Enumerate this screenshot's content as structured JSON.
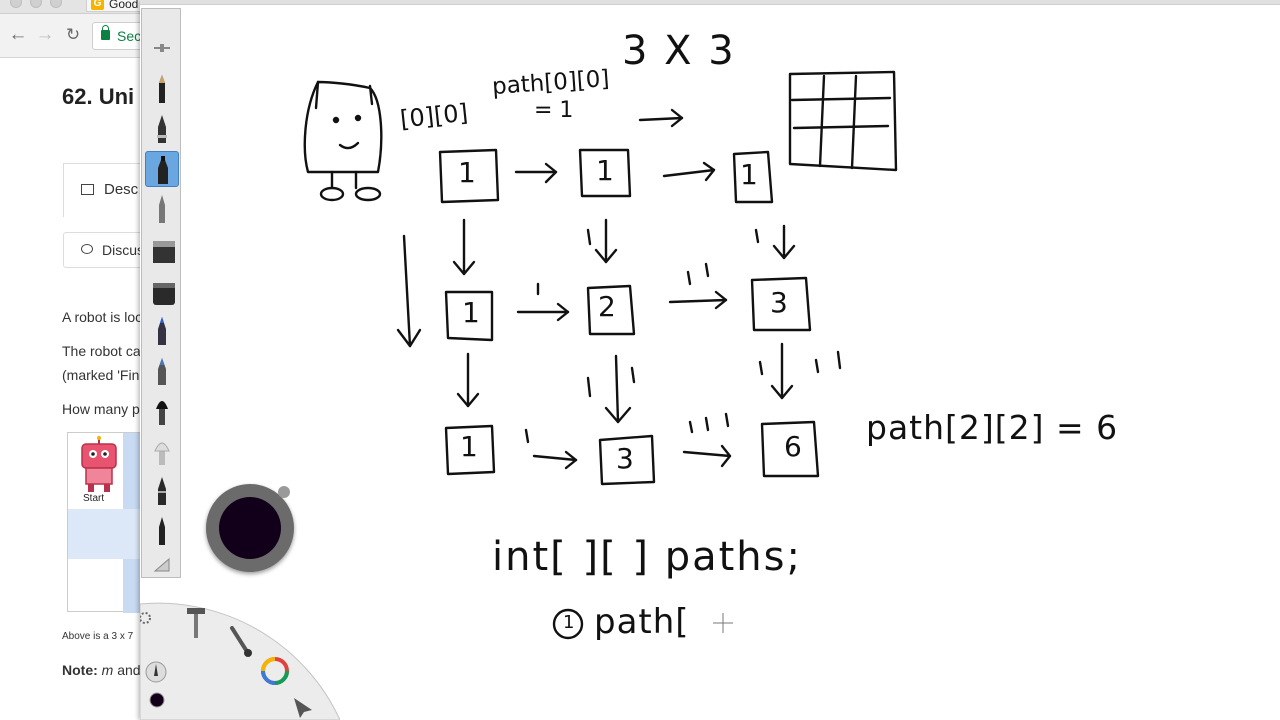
{
  "browser": {
    "tab_title": "Good",
    "tab_favicon": "G",
    "omnibox_text": "Sec",
    "icons": [
      "back-arrow-icon",
      "forward-arrow-icon",
      "reload-icon",
      "lock-icon"
    ]
  },
  "page": {
    "title": "62. Uni",
    "tabs": {
      "description": "Desc",
      "discuss": "Discus"
    },
    "paragraphs": [
      "A robot is loc",
      "The robot ca",
      "(marked 'Fin",
      "How many p"
    ],
    "start_label": "Start",
    "caption": "Above is a 3 x 7",
    "note_bold": "Note:",
    "note_m": "m",
    "note_rest": " and"
  },
  "drawing": {
    "labels": {
      "grid_size": "3 X 3",
      "origin": "[0][0]",
      "path_origin": "path[0][0]",
      "path_origin_value": "= 1",
      "result": "path[2][2] = 6",
      "declaration": "int[ ][ ] paths;",
      "step": "path[",
      "step_number": "1"
    },
    "grid_values": [
      [
        "1",
        "1",
        "1"
      ],
      [
        "1",
        "2",
        "3"
      ],
      [
        "1",
        "3",
        "6"
      ]
    ]
  },
  "palette": {
    "tools": [
      "settings-slider-icon",
      "pencil-icon",
      "fountain-pen-icon",
      "marker-icon",
      "brush-icon",
      "eraser-icon",
      "block-eraser-icon",
      "blue-pen-icon",
      "felt-pen-icon",
      "ink-brush-icon",
      "soft-brush-icon",
      "calligraphy-pen-icon",
      "fine-pen-icon",
      "ruler-icon"
    ],
    "active_tool": "marker-icon",
    "current_color": "#12001a"
  }
}
